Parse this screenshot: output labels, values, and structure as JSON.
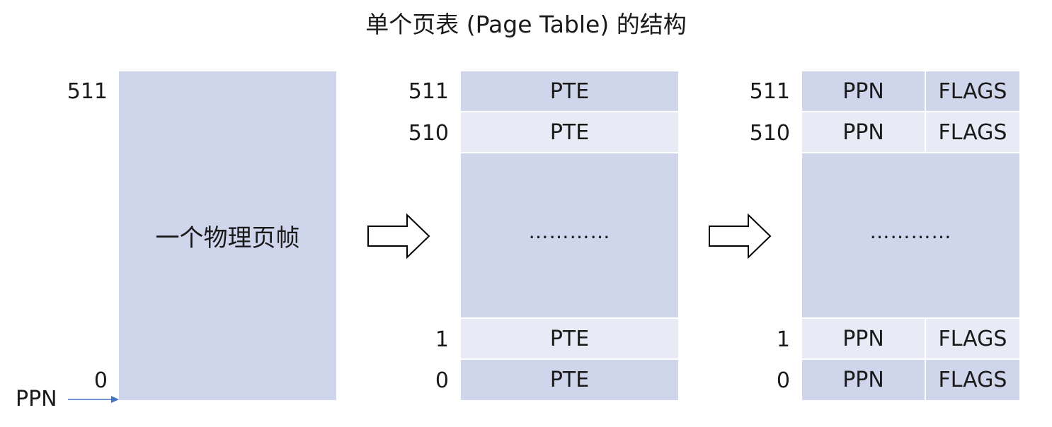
{
  "title": "单个页表 (Page Table) 的结构",
  "frame": {
    "label": "一个物理页帧",
    "index_top": "511",
    "index_bottom": "0",
    "ppn_pointer": "PPN"
  },
  "table1": {
    "indices": [
      "511",
      "510",
      "1",
      "0"
    ],
    "entry_label": "PTE",
    "ellipsis": "…………"
  },
  "table2": {
    "indices": [
      "511",
      "510",
      "1",
      "0"
    ],
    "col1": "PPN",
    "col2": "FLAGS",
    "ellipsis": "…………"
  },
  "colors": {
    "dark_fill": "#cfd5eb",
    "light_fill": "#e8ebf5",
    "pointer_arrow": "#4472c4"
  }
}
